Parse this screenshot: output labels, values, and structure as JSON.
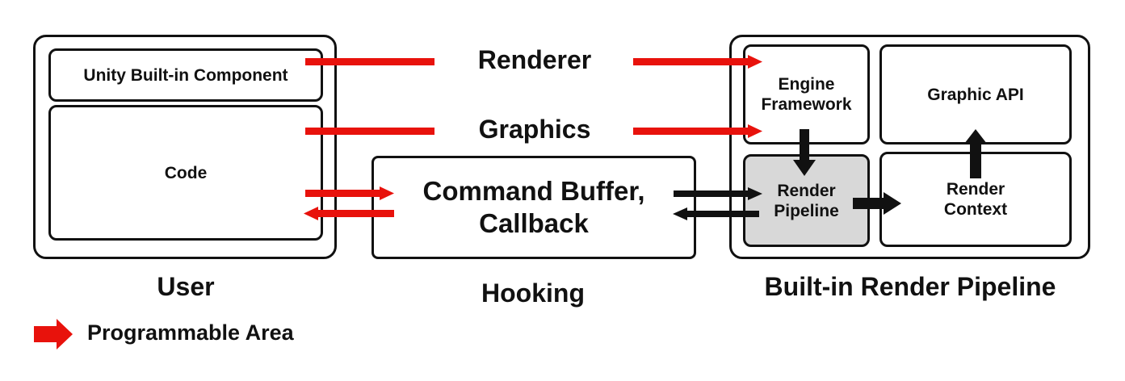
{
  "sections": {
    "user": "User",
    "hooking": "Hooking",
    "builtin": "Built-in Render Pipeline"
  },
  "user_panel": {
    "builtin_component": "Unity Built-in Component",
    "code": "Code"
  },
  "hooking_panel": {
    "line1": "Command Buffer,",
    "line2": "Callback"
  },
  "pipeline_panel": {
    "engine_framework_1": "Engine",
    "engine_framework_2": "Framework",
    "graphic_api": "Graphic API",
    "render_pipeline_1": "Render",
    "render_pipeline_2": "Pipeline",
    "render_context_1": "Render",
    "render_context_2": "Context"
  },
  "connectors": {
    "renderer": "Renderer",
    "graphics": "Graphics"
  },
  "legend": {
    "label": "Programmable Area",
    "color": "#e8120c"
  },
  "colors": {
    "programmable_arrow": "#e8120c",
    "flow_arrow": "#111111",
    "highlight_box": "#d8d8d8"
  }
}
